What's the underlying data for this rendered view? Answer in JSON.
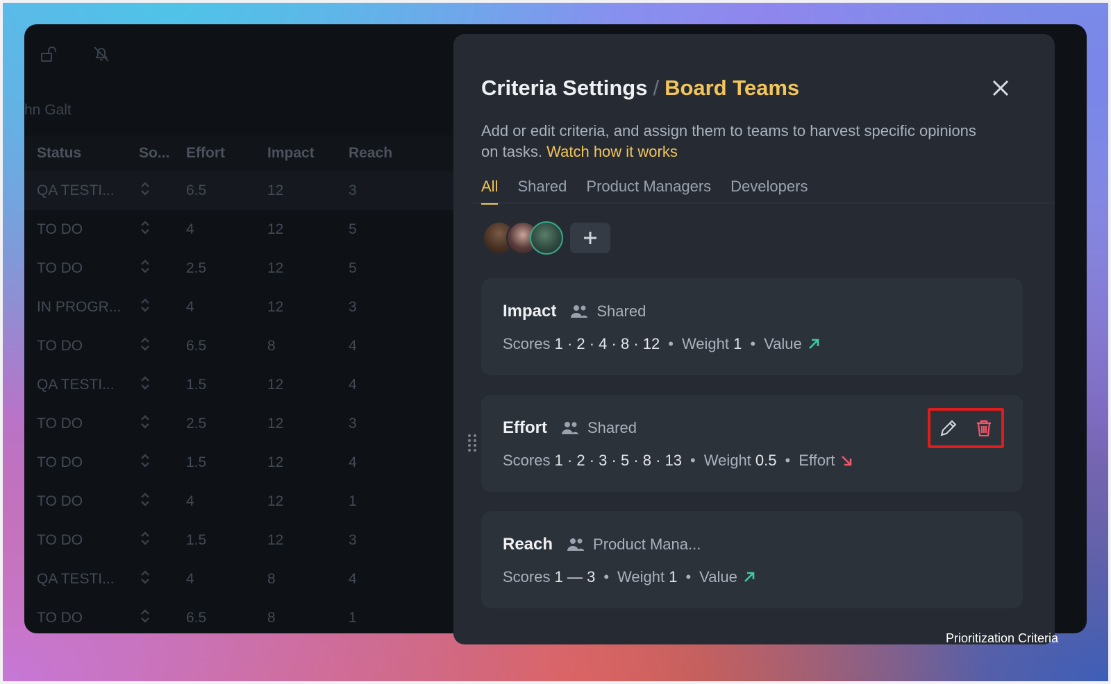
{
  "background": {
    "user_name_fragment": "hn Galt",
    "columns": [
      "Status",
      "So...",
      "Effort",
      "Impact",
      "Reach"
    ],
    "rows": [
      {
        "status": "QA TESTI...",
        "effort": "6.5",
        "impact": "12",
        "reach": "3"
      },
      {
        "status": "TO DO",
        "effort": "4",
        "impact": "12",
        "reach": "5"
      },
      {
        "status": "TO DO",
        "effort": "2.5",
        "impact": "12",
        "reach": "5"
      },
      {
        "status": "IN PROGR...",
        "effort": "4",
        "impact": "12",
        "reach": "3"
      },
      {
        "status": "TO DO",
        "effort": "6.5",
        "impact": "8",
        "reach": "4"
      },
      {
        "status": "QA TESTI...",
        "effort": "1.5",
        "impact": "12",
        "reach": "4"
      },
      {
        "status": "TO DO",
        "effort": "2.5",
        "impact": "12",
        "reach": "3"
      },
      {
        "status": "TO DO",
        "effort": "1.5",
        "impact": "12",
        "reach": "4"
      },
      {
        "status": "TO DO",
        "effort": "4",
        "impact": "12",
        "reach": "1"
      },
      {
        "status": "TO DO",
        "effort": "1.5",
        "impact": "12",
        "reach": "3"
      },
      {
        "status": "QA TESTI...",
        "effort": "4",
        "impact": "8",
        "reach": "4"
      },
      {
        "status": "TO DO",
        "effort": "6.5",
        "impact": "8",
        "reach": "1"
      }
    ]
  },
  "panel": {
    "title": "Criteria Settings",
    "separator": "/",
    "subtitle": "Board Teams",
    "description": "Add or edit criteria, and assign them to teams to harvest specific opinions on tasks.",
    "link": "Watch how it works",
    "tabs": [
      "All",
      "Shared",
      "Product Managers",
      "Developers"
    ],
    "active_tab": "All",
    "criteria": [
      {
        "name": "Impact",
        "team": "Shared",
        "scores_label": "Scores",
        "scores": "1 · 2 · 4 · 8 · 12",
        "weight_label": "Weight",
        "weight": "1",
        "kind": "Value",
        "direction": "up"
      },
      {
        "name": "Effort",
        "team": "Shared",
        "scores_label": "Scores",
        "scores": "1 · 2 · 3 · 5 · 8 · 13",
        "weight_label": "Weight",
        "weight": "0.5",
        "kind": "Effort",
        "direction": "down"
      },
      {
        "name": "Reach",
        "team": "Product Mana...",
        "scores_label": "Scores",
        "scores": "1 — 3",
        "weight_label": "Weight",
        "weight": "1",
        "kind": "Value",
        "direction": "up"
      }
    ]
  },
  "caption": "Prioritization Criteria",
  "colors": {
    "accent": "#f2c55a",
    "value_arrow": "#3ec9a7",
    "effort_arrow": "#f0566a",
    "highlight_box": "#e31b1b"
  }
}
